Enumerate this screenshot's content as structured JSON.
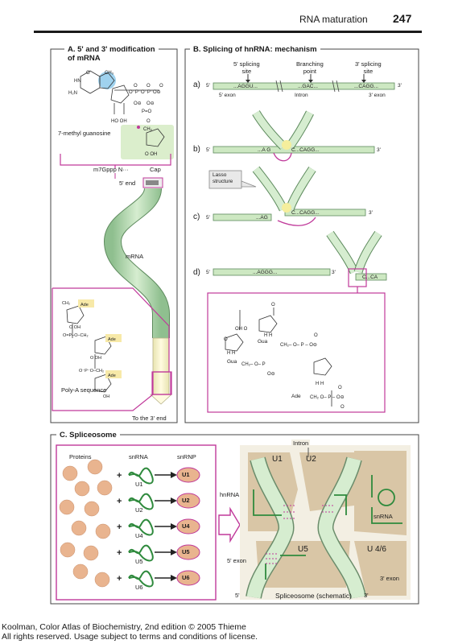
{
  "header": {
    "title": "RNA maturation",
    "page_number": "247"
  },
  "panel_a": {
    "title": "A. 5' and 3' modification\nof mRNA",
    "methyl_guanosine": "7-methyl guanosine",
    "cap_formula": "m7Gppp N···",
    "cap": "Cap",
    "five_end": "5' end",
    "mrna": "mRNA",
    "poly_a": "Poly-A sequence",
    "three_end": "To the 3' end",
    "ade": "Ade"
  },
  "panel_b": {
    "title": "B. Splicing of hnRNA: mechanism",
    "splice5": "5' splicing\nsite",
    "branch": "Branching\npoint",
    "splice3": "3' splicing\nsite",
    "seq_a1": "...AGGU...",
    "seq_a2": "...GAC...",
    "seq_a3": "...CAGG...",
    "exon5": "5' exon",
    "intron": "Intron",
    "exon3": "3' exon",
    "rows": [
      "a)",
      "b)",
      "c)",
      "d)"
    ],
    "five": "5'",
    "three": "3'",
    "lasso": "Lasso\nstructure",
    "seq_b1": "...A G",
    "seq_b2": "C...CAGG...",
    "seq_c1": "...AG",
    "seq_c2": "C...CAGG...",
    "seq_d1": "...AGGG...",
    "seq_d2": "C...CA",
    "chem_gua": "Gua",
    "chem_ade": "Ade"
  },
  "panel_c": {
    "title": "C. Spliceosome",
    "proteins": "Proteins",
    "snrna": "snRNA",
    "snrnp": "snRNP",
    "particles": [
      "U1",
      "U2",
      "U4",
      "U5",
      "U6"
    ],
    "intron": "Intron",
    "hnrna": "hnRNA",
    "exon5": "5' exon",
    "exon3": "3' exon",
    "snrna_right": "snRNA",
    "u46": "U 4/6",
    "caption": "Spliceosome (schematic)",
    "five": "5'",
    "three": "3'"
  },
  "footer": {
    "line1": "Koolman, Color Atlas of Biochemistry, 2nd edition © 2005 Thieme",
    "line2": "All rights reserved. Usage subject to terms and conditions of license."
  }
}
